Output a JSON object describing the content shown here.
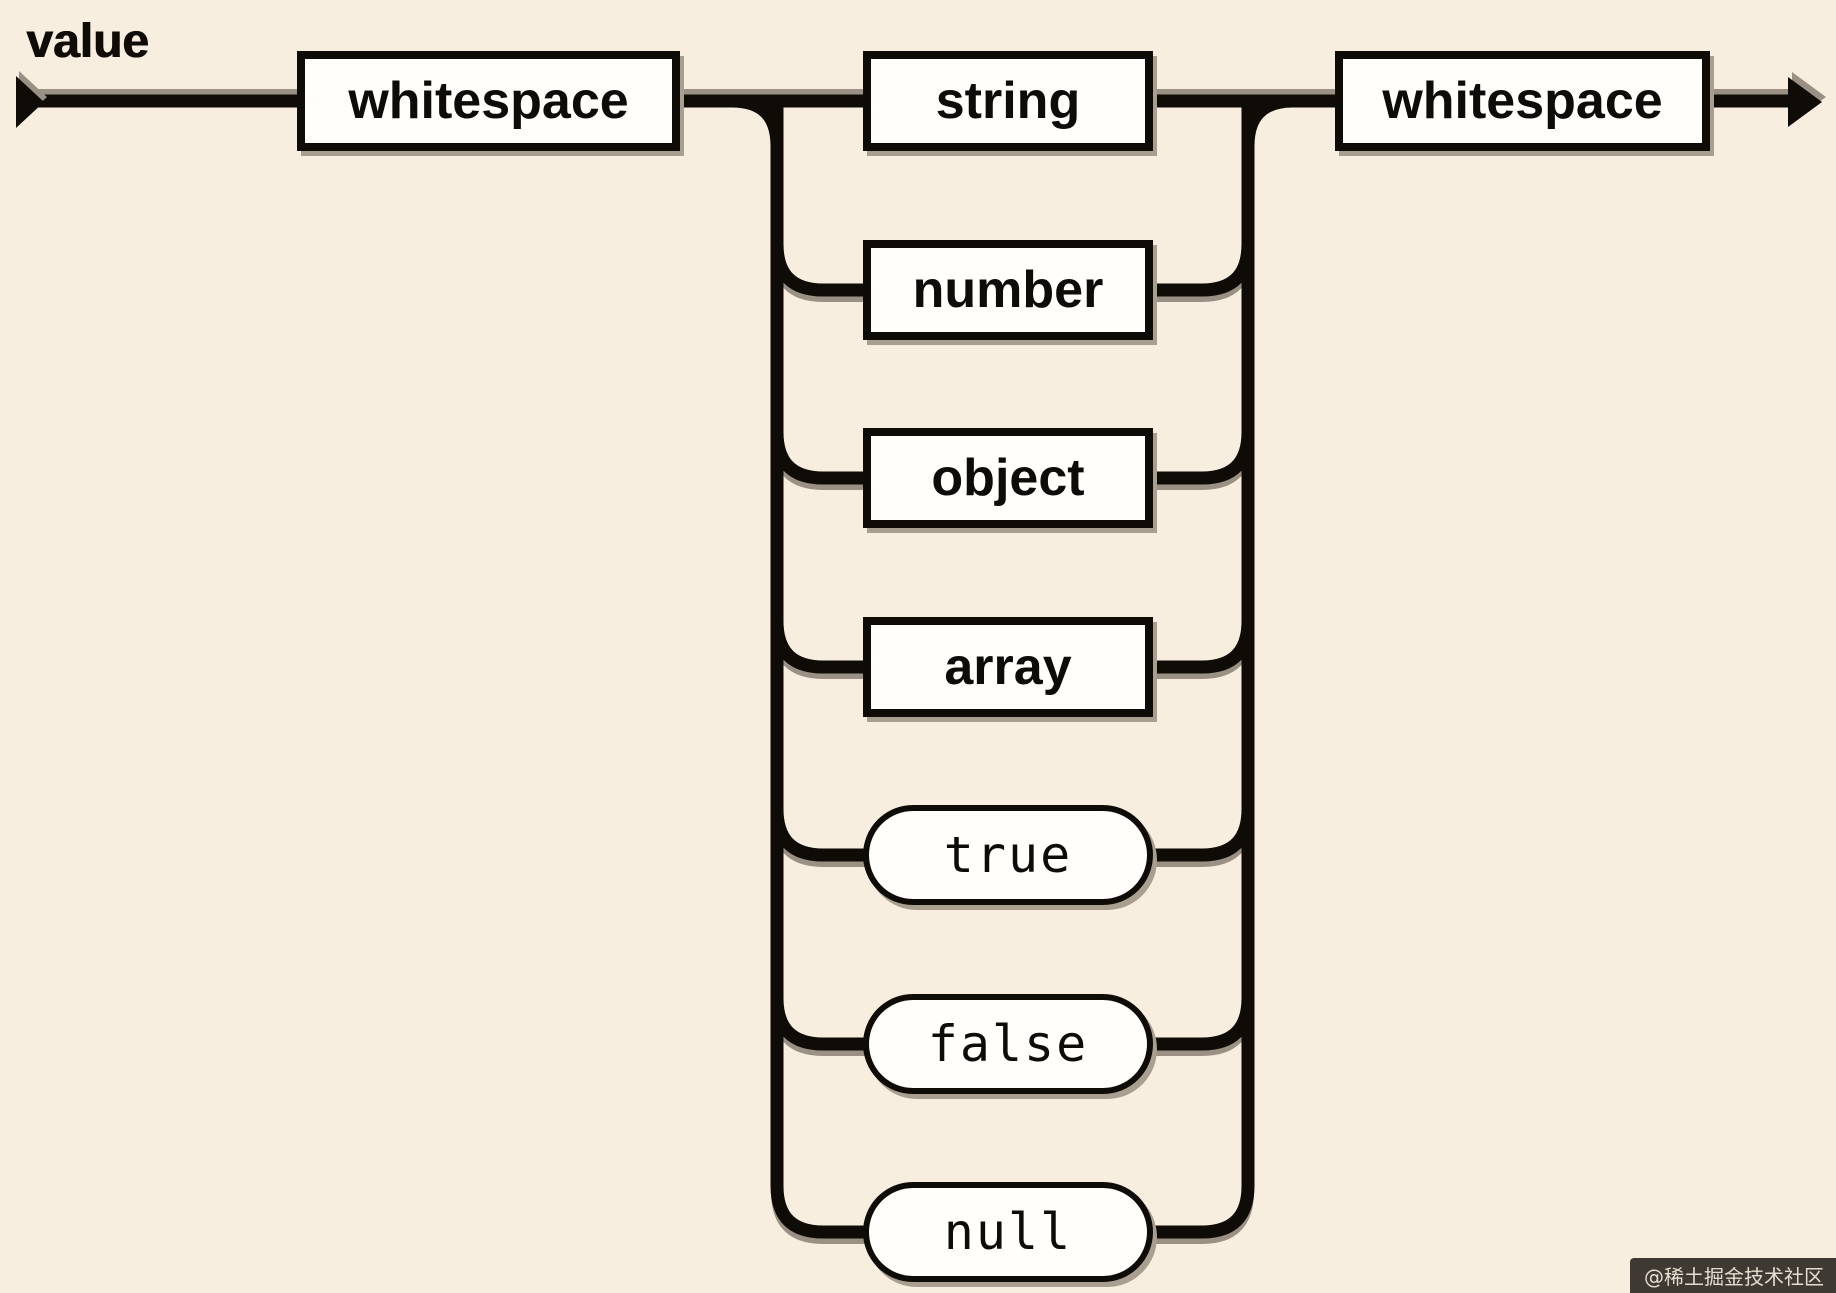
{
  "diagram": {
    "title": "value",
    "background": "#f8eee0",
    "line_color": "#0f0b07",
    "shadow_color": "#a99f90",
    "entry": {
      "label": "whitespace",
      "kind": "nonterminal"
    },
    "exit": {
      "label": "whitespace",
      "kind": "nonterminal"
    },
    "choices": [
      {
        "label": "string",
        "kind": "nonterminal"
      },
      {
        "label": "number",
        "kind": "nonterminal"
      },
      {
        "label": "object",
        "kind": "nonterminal"
      },
      {
        "label": "array",
        "kind": "nonterminal"
      },
      {
        "label": "true",
        "kind": "terminal"
      },
      {
        "label": "false",
        "kind": "terminal"
      },
      {
        "label": "null",
        "kind": "terminal"
      }
    ]
  },
  "watermark": {
    "text": "@稀土掘金技术社区"
  }
}
